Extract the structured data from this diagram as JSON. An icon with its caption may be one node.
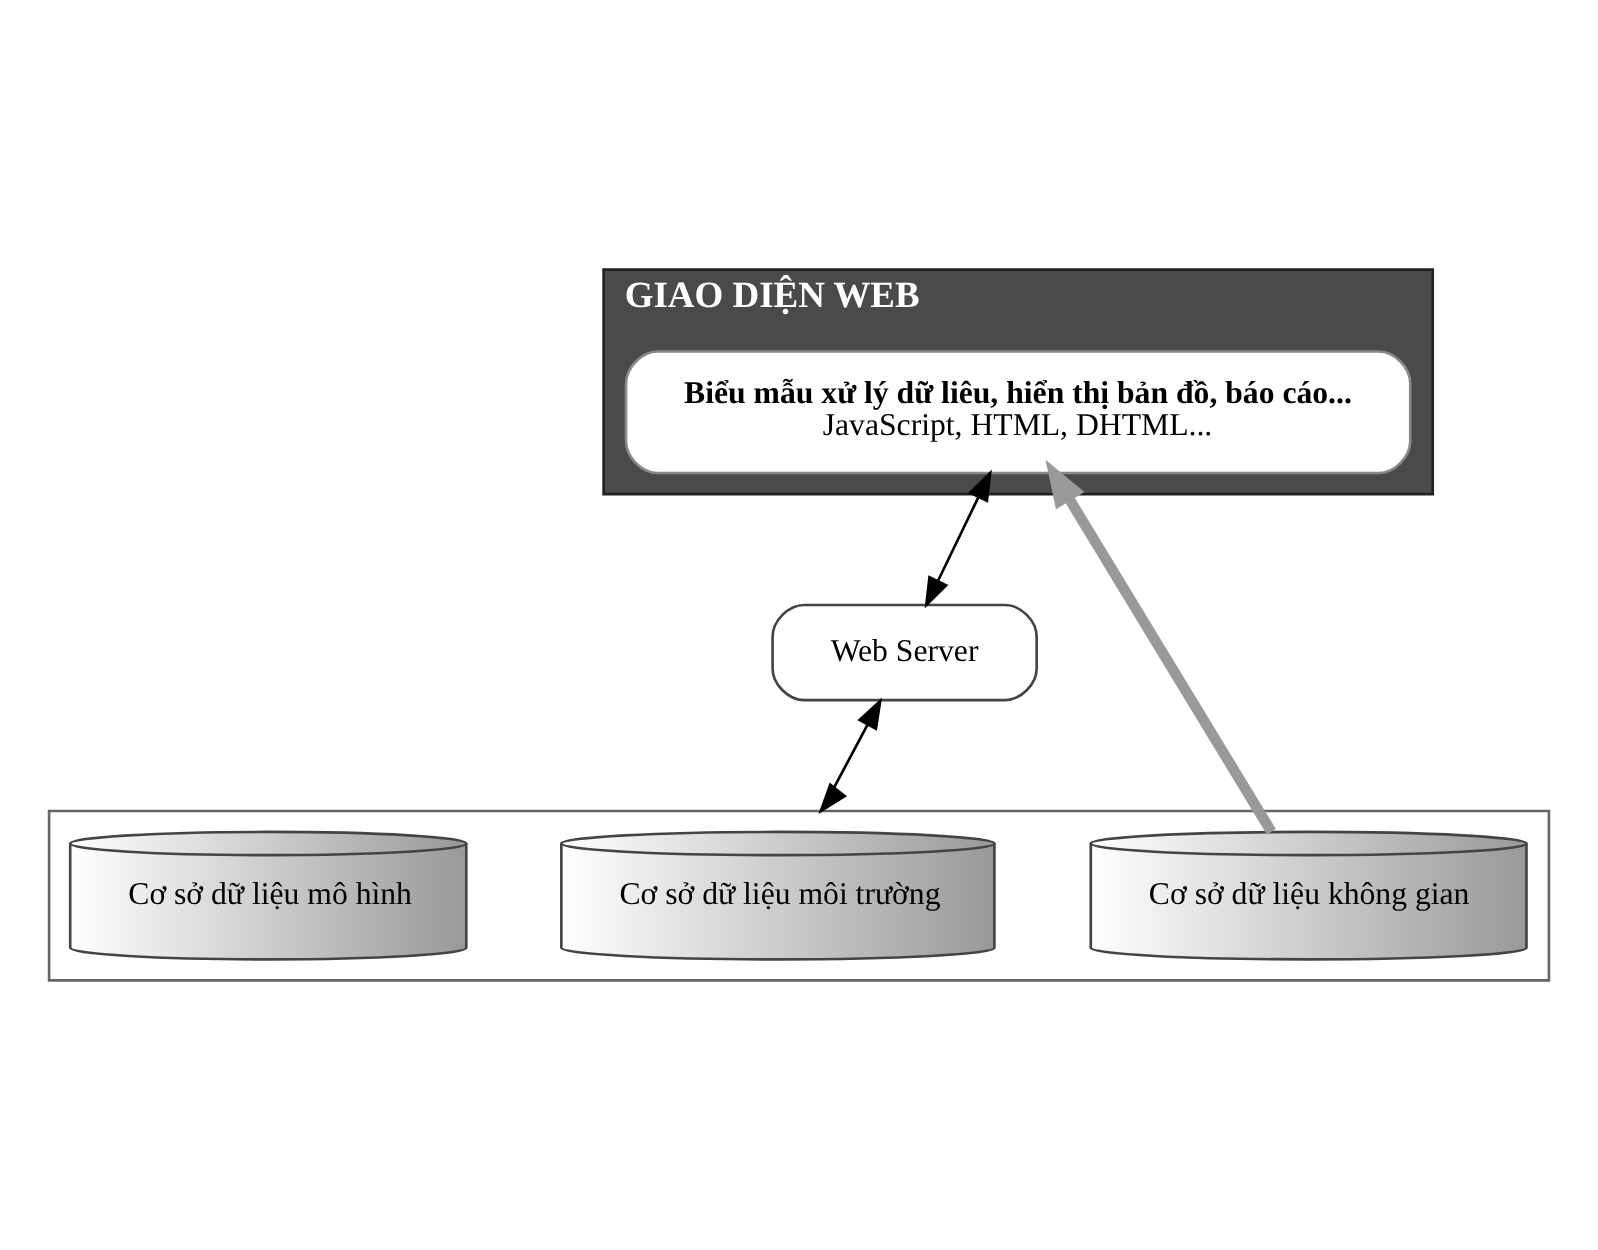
{
  "diagram": {
    "nodes": [
      {
        "text": [
          "GIAO DIỆN WEB"
        ]
      },
      {
        "text": [
          "Biểu mẫu xử lý dữ liêu, hiển thị bản đồ, báo cáo...",
          "JavaScript, HTML, DHTML..."
        ],
        "in": 0
      },
      {
        "text": [
          "Web Server"
        ]
      },
      {
        "text": [],
        "shape": "box"
      },
      {
        "text": [
          "Cơ sở dữ liệu không gian"
        ],
        "in": 3
      },
      {
        "text": [
          "Cơ sở dữ liệu môi trường"
        ],
        "in": 3
      },
      {
        "text": [
          "Cơ sở dữ liệu mô hình"
        ],
        "in": 3
      }
    ],
    "edges": [
      {
        "from": 1,
        "to": 2,
        "arrow": "both"
      },
      {
        "from": 2,
        "to": 3,
        "arrow": "both"
      },
      {
        "from": 4,
        "to": 1,
        "arrow": "to",
        "style": "thick",
        "color": "#999999"
      }
    ]
  }
}
